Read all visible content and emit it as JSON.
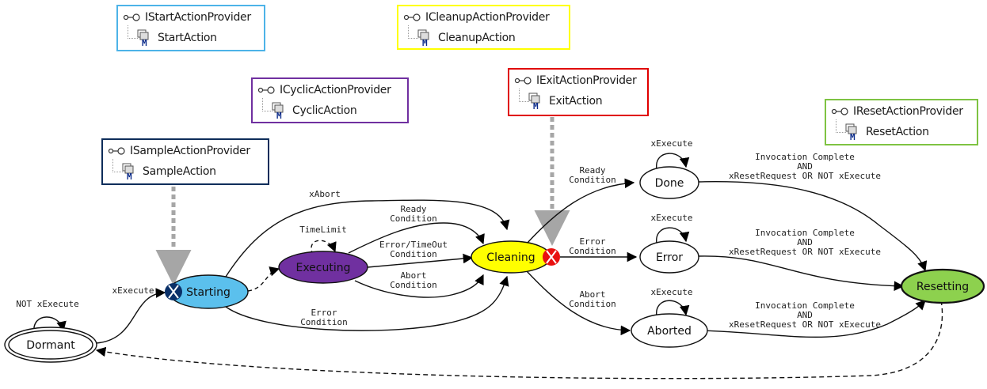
{
  "colors": {
    "start_border": "#4db3e8",
    "cleanup_border": "#ffff00",
    "cyclic_border": "#7030a0",
    "exit_border": "#e00000",
    "reset_border": "#7ec342",
    "sample_border": "#0e2d5a",
    "starting_fill": "#5bc0ed",
    "executing_fill": "#7030a0",
    "cleaning_fill": "#ffff00",
    "resetting_fill": "#8dd14e",
    "hook_blue": "#0a3068",
    "hook_red": "#e81010"
  },
  "providers": {
    "start": {
      "interface": "IStartActionProvider",
      "method": "StartAction"
    },
    "cleanup": {
      "interface": "ICleanupActionProvider",
      "method": "CleanupAction"
    },
    "cyclic": {
      "interface": "ICyclicActionProvider",
      "method": "CyclicAction"
    },
    "exit": {
      "interface": "IExitActionProvider",
      "method": "ExitAction"
    },
    "reset": {
      "interface": "IResetActionProvider",
      "method": "ResetAction"
    },
    "sample": {
      "interface": "ISampleActionProvider",
      "method": "SampleAction"
    }
  },
  "states": {
    "dormant": "Dormant",
    "starting": "Starting",
    "executing": "Executing",
    "cleaning": "Cleaning",
    "done": "Done",
    "error": "Error",
    "aborted": "Aborted",
    "resetting": "Resetting"
  },
  "transitions": {
    "dormant_self": "NOT xExecute",
    "dormant_to_starting": "xExecute",
    "starting_to_cleaning_abort": "xAbort",
    "executing_self": "TimeLimit",
    "executing_ready": [
      "Ready",
      "Condition"
    ],
    "executing_error": [
      "Error/TimeOut",
      "Condition"
    ],
    "executing_abort": [
      "Abort",
      "Condition"
    ],
    "starting_error": [
      "Error",
      "Condition"
    ],
    "cleaning_to_done": [
      "Ready",
      "Condition"
    ],
    "cleaning_to_error": [
      "Error",
      "Condition"
    ],
    "cleaning_to_aborted": [
      "Abort",
      "Condition"
    ],
    "done_self": "xExecute",
    "error_self": "xExecute",
    "aborted_self": "xExecute",
    "to_resetting": [
      "Invocation Complete",
      "AND",
      "xResetRequest OR NOT xExecute"
    ]
  }
}
